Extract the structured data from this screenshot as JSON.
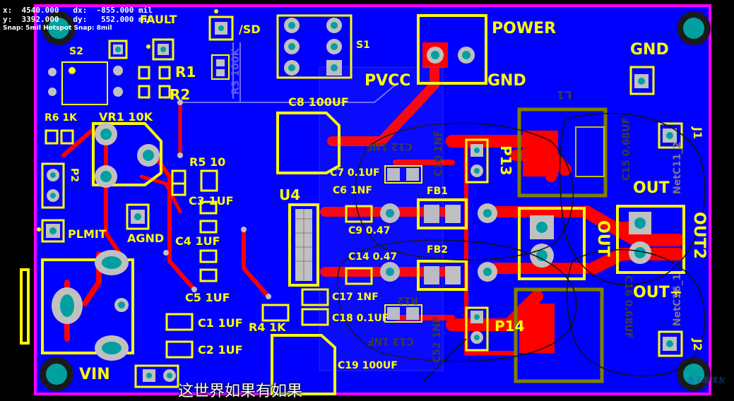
{
  "hud": {
    "line1": "x:  4540.000   dx:  -855.000 mil",
    "line2": "y:  3392.000   dy:   552.000 mil",
    "snap": "Snap: 5mil Hotspot Snap: 8mil"
  },
  "subtitle": "这世界如果有如果",
  "watermark": "电子发烧友",
  "colors": {
    "background": "#000000",
    "board_outline": "#ff00ff",
    "copper_bottom": "#0000ff",
    "copper_top": "#ff0000",
    "silkscreen": "#ffff00",
    "component_outline": "#808000",
    "pad": "#c0c0c0",
    "via_hole": "#00a0a0"
  },
  "labels": {
    "fault": "FAULT",
    "sd": "/SD",
    "s1": "S1",
    "s2": "S2",
    "power": "POWER",
    "gnd_top": "GND",
    "gnd_power": "GND",
    "pvcc": "PVCC",
    "r1": "R1",
    "r2": "R2",
    "r3": "R3 100K",
    "c8": "C8 100UF",
    "r6": "R6 1K",
    "vr1": "VR1 10K",
    "p2": "P2",
    "r5": "R5 10",
    "c3": "C3 1UF",
    "u4": "U4",
    "c7": "C7 0.1UF",
    "c6": "C6 1NF",
    "c12": "C12 1NF",
    "c10": "C10 1NF",
    "c9": "C9 0.47",
    "fb1": "FB1",
    "fb2": "FB2",
    "c14": "C14 0.47",
    "c17": "C17 1NF",
    "c18": "C18 0.1UF",
    "c13": "C13 1NF",
    "r12": "R12",
    "c52": "C52 1NF",
    "p13": "P13",
    "p14": "P14",
    "l1": "L1",
    "c15": "C15 0.68UF",
    "c16": "C16 0.68UF",
    "j1": "J1",
    "j2": "J2",
    "out_plus": "OUT+",
    "out": "OUT",
    "out_rot": "OUT",
    "out2": "OUT2",
    "netc11": "NetC11_2",
    "netc16": "NetC16_1",
    "plmit": "PLMIT",
    "agnd": "AGND",
    "c4": "C4 1UF",
    "c5": "C5 1UF",
    "c1": "C1 1UF",
    "c2": "C2 1UF",
    "r4": "R4 1K",
    "c19": "C19 100UF",
    "vin": "VIN"
  }
}
